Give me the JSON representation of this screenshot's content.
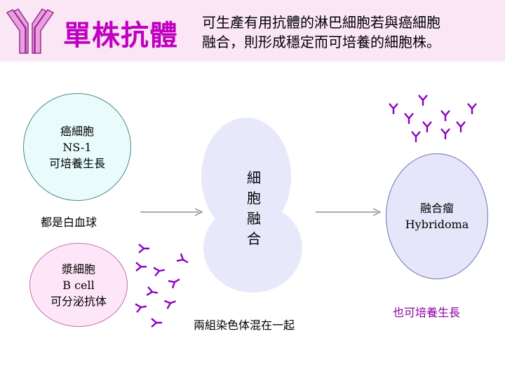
{
  "header": {
    "title": "單株抗體",
    "subtitle_line1": "可生產有用抗體的淋巴細胞若與癌細胞",
    "subtitle_line2": "融合，則形成穩定而可培養的細胞株。",
    "icon": "antibody-y-icon"
  },
  "cells": {
    "cancer": {
      "line1": "癌細胞",
      "line2": "NS-1",
      "line3": "可培養生長"
    },
    "bcell": {
      "line1": "漿細胞",
      "line2": "B cell",
      "line3": "可分泌抗体"
    },
    "hybridoma": {
      "line1": "融合瘤",
      "line2": "Hybridoma"
    }
  },
  "labels": {
    "white_blood": "都是白血球",
    "fusion": [
      "細",
      "胞",
      "融",
      "合"
    ],
    "mix": "兩組染色体混在一起",
    "culture": "也可培養生長"
  },
  "colors": {
    "header_bg": "#fbe6f6",
    "title": "#c000c0",
    "antibody_purple": "#8a00c0",
    "culture_text": "#9000a0"
  }
}
